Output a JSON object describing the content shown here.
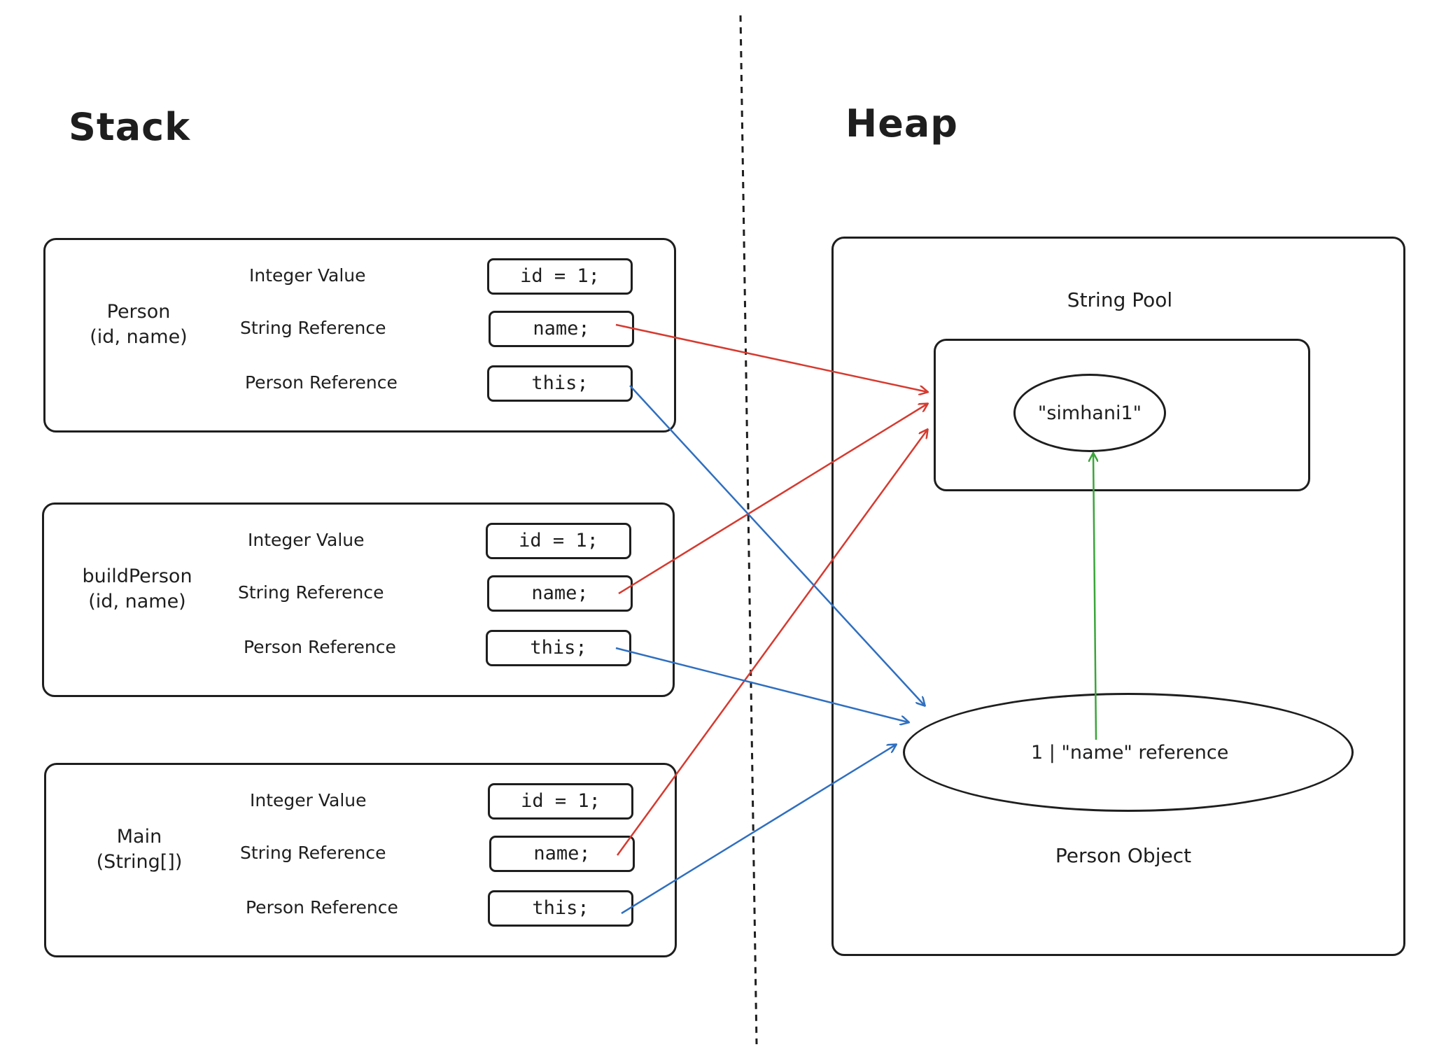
{
  "stack": {
    "title": "Stack",
    "frames": [
      {
        "name_line1": "Person",
        "name_line2": "(id, name)",
        "rows": [
          {
            "label": "Integer Value",
            "value": "id = 1;"
          },
          {
            "label": "String Reference",
            "value": "name;"
          },
          {
            "label": "Person Reference",
            "value": "this;"
          }
        ]
      },
      {
        "name_line1": "buildPerson",
        "name_line2": "(id, name)",
        "rows": [
          {
            "label": "Integer Value",
            "value": "id = 1;"
          },
          {
            "label": "String Reference",
            "value": "name;"
          },
          {
            "label": "Person Reference",
            "value": "this;"
          }
        ]
      },
      {
        "name_line1": "Main",
        "name_line2": "(String[])",
        "rows": [
          {
            "label": "Integer Value",
            "value": "id = 1;"
          },
          {
            "label": "String Reference",
            "value": "name;"
          },
          {
            "label": "Person Reference",
            "value": "this;"
          }
        ]
      }
    ]
  },
  "heap": {
    "title": "Heap",
    "string_pool_label": "String Pool",
    "string_literal": "\"simhani1\"",
    "person_object_content": "1 | \"name\" reference",
    "person_object_label": "Person Object"
  },
  "colors": {
    "ink": "#1e1e1e",
    "string_reference_arrow": "#d63a2f",
    "person_reference_arrow": "#2f6fc0",
    "field_reference_arrow": "#3aa53a"
  }
}
